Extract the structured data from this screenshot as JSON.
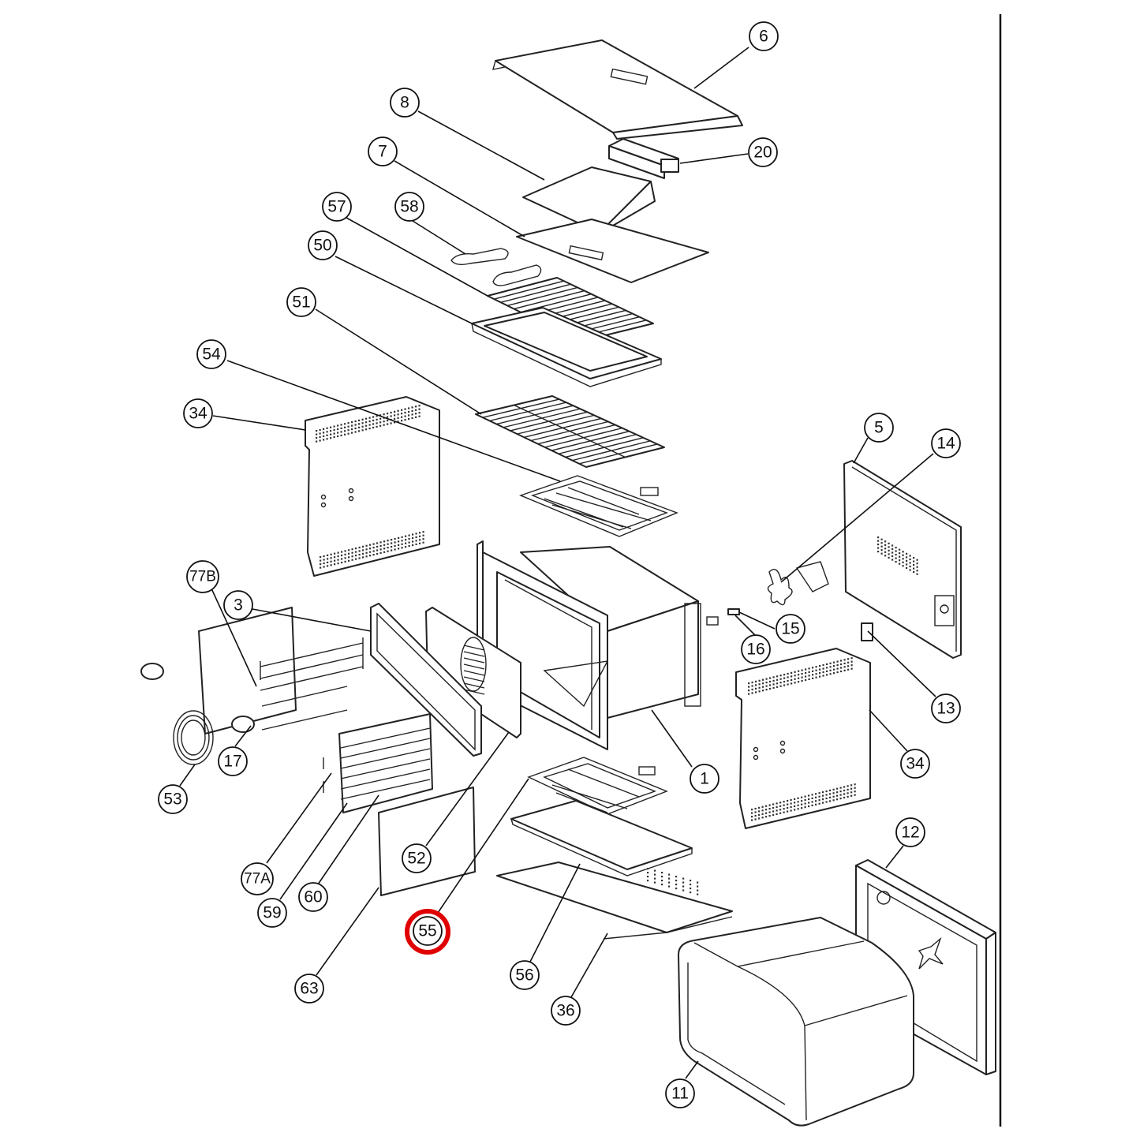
{
  "highlight": {
    "part": "55",
    "color": "#e00000"
  },
  "callouts": [
    {
      "id": "c6",
      "label": "6"
    },
    {
      "id": "c8",
      "label": "8"
    },
    {
      "id": "c20",
      "label": "20"
    },
    {
      "id": "c7",
      "label": "7"
    },
    {
      "id": "c57",
      "label": "57"
    },
    {
      "id": "c58",
      "label": "58"
    },
    {
      "id": "c50",
      "label": "50"
    },
    {
      "id": "c51",
      "label": "51"
    },
    {
      "id": "c54",
      "label": "54"
    },
    {
      "id": "c34a",
      "label": "34"
    },
    {
      "id": "c5",
      "label": "5"
    },
    {
      "id": "c14",
      "label": "14"
    },
    {
      "id": "c77B",
      "label": "77B"
    },
    {
      "id": "c3",
      "label": "3"
    },
    {
      "id": "c15",
      "label": "15"
    },
    {
      "id": "c16",
      "label": "16"
    },
    {
      "id": "c13",
      "label": "13"
    },
    {
      "id": "c17",
      "label": "17"
    },
    {
      "id": "c1",
      "label": "1"
    },
    {
      "id": "c34b",
      "label": "34"
    },
    {
      "id": "c53",
      "label": "53"
    },
    {
      "id": "c12",
      "label": "12"
    },
    {
      "id": "c52",
      "label": "52"
    },
    {
      "id": "c77A",
      "label": "77A"
    },
    {
      "id": "c60",
      "label": "60"
    },
    {
      "id": "c59",
      "label": "59"
    },
    {
      "id": "c55",
      "label": "55"
    },
    {
      "id": "c56",
      "label": "56"
    },
    {
      "id": "c63",
      "label": "63"
    },
    {
      "id": "c36",
      "label": "36"
    },
    {
      "id": "c11",
      "label": "11"
    }
  ]
}
